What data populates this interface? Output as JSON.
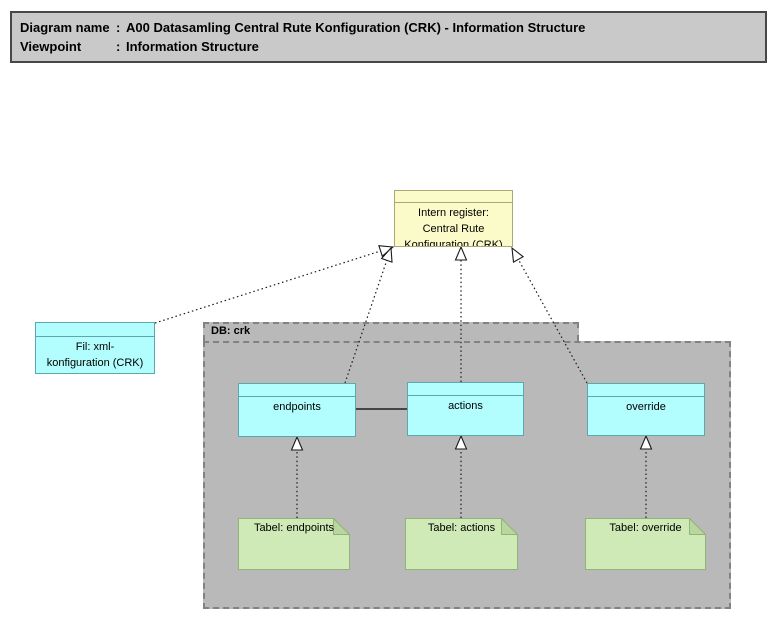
{
  "colors": {
    "title_bg": "#c9c9c9",
    "title_border": "#474747",
    "object_yellow": "#fbfbc9",
    "object_yellow_border": "#a8a878",
    "object_cyan": "#b2fdfd",
    "object_cyan_border": "#5ea7ad",
    "container_gray": "#b9b9b9",
    "container_border": "#828282",
    "note_green": "#cfe9b7",
    "note_green_border": "#93b478",
    "note_fold": "#b9d69e"
  },
  "title_block": {
    "rows": [
      {
        "label": "Diagram name",
        "separator": ":",
        "value": "A00 Datasamling Central Rute Konfiguration (CRK) - Information Structure"
      },
      {
        "label": "Viewpoint",
        "separator": ":",
        "value": "Information Structure"
      }
    ]
  },
  "elements": {
    "intern_register": {
      "lines": [
        "Intern register:",
        "Central Rute",
        "Konfiguration (CRK)"
      ]
    },
    "fil_xml": {
      "lines": [
        "Fil: xml-",
        "konfiguration (CRK)"
      ]
    },
    "db_container": {
      "label": "DB: crk"
    },
    "table_endpoints": {
      "label": "endpoints"
    },
    "table_actions": {
      "label": "actions"
    },
    "table_override": {
      "label": "override"
    },
    "note_endpoints": {
      "label": "Tabel: endpoints"
    },
    "note_actions": {
      "label": "Tabel: actions"
    },
    "note_override": {
      "label": "Tabel: override"
    }
  },
  "relations": [
    {
      "from": "Fil: xml-konfiguration (CRK)",
      "to": "Intern register: Central Rute Konfiguration (CRK)",
      "style": "dotted-open-arrowhead"
    },
    {
      "from": "endpoints",
      "to": "Intern register: Central Rute Konfiguration (CRK)",
      "style": "dotted-open-arrowhead"
    },
    {
      "from": "actions",
      "to": "Intern register: Central Rute Konfiguration (CRK)",
      "style": "dotted-open-arrowhead"
    },
    {
      "from": "override",
      "to": "Intern register: Central Rute Konfiguration (CRK)",
      "style": "dotted-open-arrowhead"
    },
    {
      "from": "Tabel: endpoints",
      "to": "endpoints",
      "style": "dotted-open-arrowhead"
    },
    {
      "from": "Tabel: actions",
      "to": "actions",
      "style": "dotted-open-arrowhead"
    },
    {
      "from": "Tabel: override",
      "to": "override",
      "style": "dotted-open-arrowhead"
    },
    {
      "from": "endpoints",
      "to": "actions",
      "style": "solid-line"
    }
  ]
}
